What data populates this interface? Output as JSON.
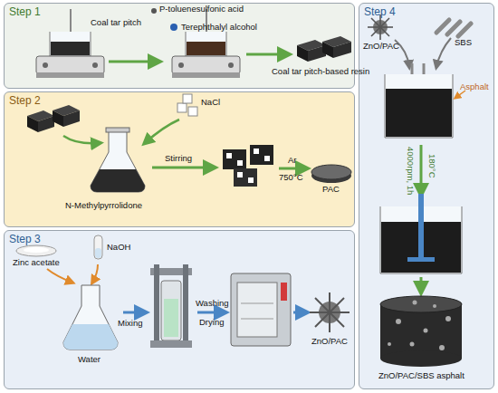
{
  "diagram": {
    "nodes": [
      {
        "text": [
          "Step 1"
        ]
      },
      {
        "text": [
          "Step 2"
        ]
      },
      {
        "text": [
          "Step 3"
        ]
      },
      {
        "text": [
          "Step 4"
        ]
      }
    ],
    "labels": [
      "P-toluenesulfonic acid",
      "Coal tar pitch",
      "Terephthalyl alcohol",
      "Coal tar pitch-based resin",
      "NaCl",
      "Stirring",
      "Ar",
      "750°C",
      "PAC",
      "N-Methylpyrrolidone",
      "Zinc acetate",
      "NaOH",
      "Mixing",
      "Washing",
      "Drying",
      "ZnO/PAC",
      "Water",
      "ZnO/PAC",
      "SBS",
      "Asphalt",
      "4000rpm, 1h",
      "180°C",
      "ZnO/PAC/SBS asphalt"
    ]
  }
}
